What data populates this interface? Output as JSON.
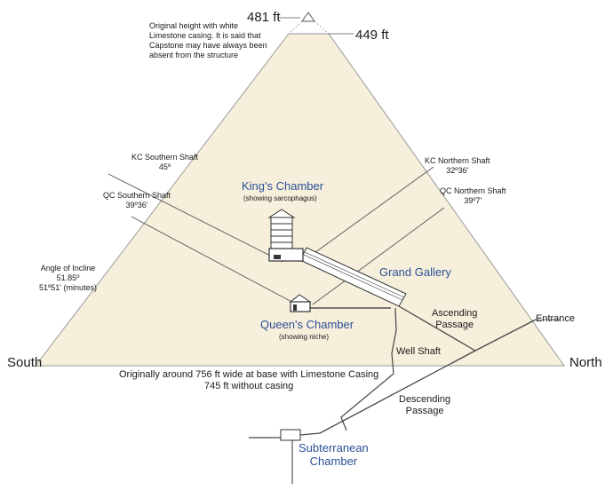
{
  "heights": {
    "original": "481 ft",
    "current": "449 ft",
    "note_lines": [
      "Original height with white",
      "Limestone casing. It is said that",
      "Capstone may have always been",
      "absent from the structure"
    ]
  },
  "shafts": {
    "kc_south": {
      "label": "KC Southern Shaft",
      "angle": "45º"
    },
    "qc_south": {
      "label": "QC Southern Shaft",
      "angle": "39º36'"
    },
    "kc_north": {
      "label": "KC Northern Shaft",
      "angle": "32º36'"
    },
    "qc_north": {
      "label": "QC Northern Shaft",
      "angle": "39º7'"
    }
  },
  "incline": {
    "label": "Angle of Incline",
    "degrees": "51.85º",
    "minutes": "51º51' (minutes)"
  },
  "chambers": {
    "king": {
      "name": "King's Chamber",
      "note": "(showing sarcophagus)"
    },
    "queen": {
      "name": "Queen's Chamber",
      "note": "(showing niche)"
    },
    "subterranean": {
      "line1": "Subterranean",
      "line2": "Chamber"
    }
  },
  "passages": {
    "grand_gallery": "Grand Gallery",
    "ascending": {
      "line1": "Ascending",
      "line2": "Passage"
    },
    "descending": {
      "line1": "Descending",
      "line2": "Passage"
    },
    "well_shaft": "Well Shaft",
    "entrance": "Entrance"
  },
  "directions": {
    "south": "South",
    "north": "North"
  },
  "base": {
    "line1": "Originally around 756 ft wide at base with Limestone Casing",
    "line2": "745 ft without casing"
  },
  "colors": {
    "pyramid_fill": "#f6efdc",
    "outline": "#8a8a8a",
    "passage": "#444444",
    "accent_blue": "#2b4f96"
  }
}
